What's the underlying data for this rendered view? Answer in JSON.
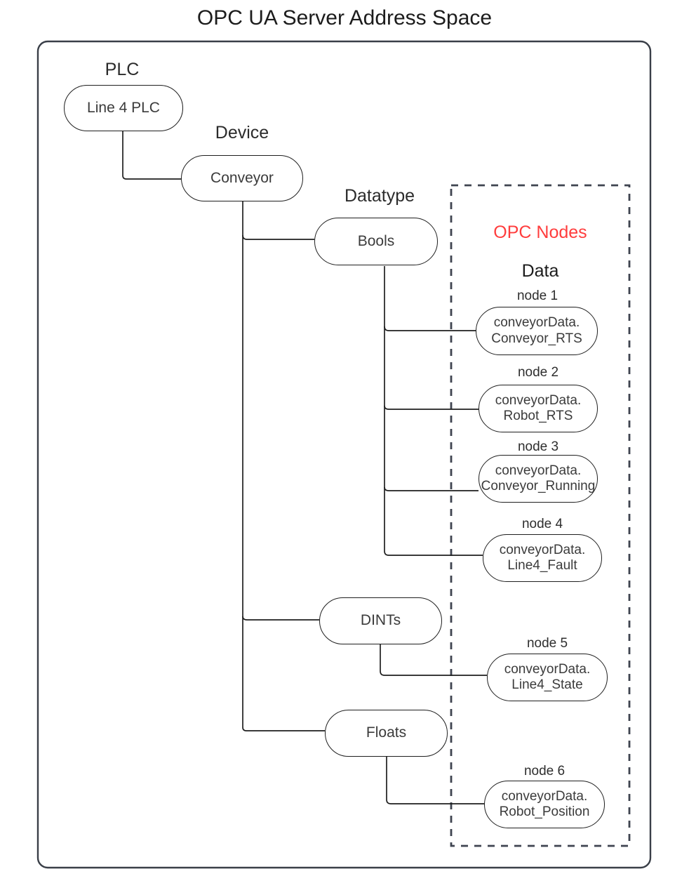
{
  "diagram": {
    "title": "OPC UA Server Address Space",
    "outer_container": {
      "name": "address-space-container",
      "border_color": "#3a3f48"
    },
    "accent_color": "#ff3d3d",
    "line_color": "#1f1f1f",
    "groups": {
      "plc_label": "PLC",
      "device_label": "Device",
      "datatype_label": "Datatype",
      "opc_nodes_label": "OPC Nodes",
      "data_label": "Data"
    },
    "plc_node": {
      "label": "Line 4 PLC"
    },
    "device_node": {
      "label": "Conveyor"
    },
    "datatype_nodes": [
      {
        "label": "Bools"
      },
      {
        "label": "DINTs"
      },
      {
        "label": "Floats"
      }
    ],
    "opc_nodes": [
      {
        "caption": "node 1",
        "line1": "conveyorData.",
        "line2": "Conveyor_RTS"
      },
      {
        "caption": "node 2",
        "line1": "conveyorData.",
        "line2": "Robot_RTS"
      },
      {
        "caption": "node 3",
        "line1": "conveyorData.",
        "line2": "Conveyor_Running"
      },
      {
        "caption": "node 4",
        "line1": "conveyorData.",
        "line2": "Line4_Fault"
      },
      {
        "caption": "node 5",
        "line1": "conveyorData.",
        "line2": "Line4_State"
      },
      {
        "caption": "node 6",
        "line1": "conveyorData.",
        "line2": "Robot_Position"
      }
    ]
  }
}
